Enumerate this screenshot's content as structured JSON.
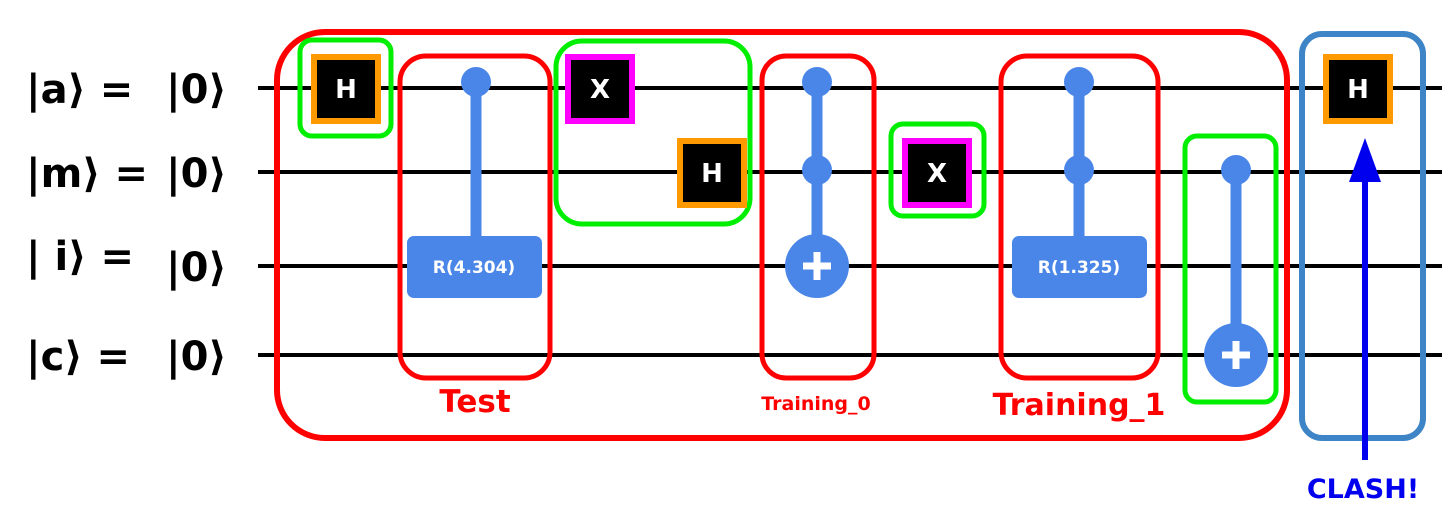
{
  "qubits": [
    {
      "label": "|a⟩ =",
      "state": "|0⟩"
    },
    {
      "label": "|m⟩ =",
      "state": "|0⟩"
    },
    {
      "label": "| i⟩ =",
      "state": "|0⟩"
    },
    {
      "label": "|c⟩ =",
      "state": "|0⟩"
    }
  ],
  "gates": {
    "h_a_first": "H",
    "x_a": "X",
    "h_m": "H",
    "x_m": "X",
    "h_a_last": "H",
    "rot_test": "R(4.304)",
    "rot_training_1": "R(1.325)"
  },
  "groups": {
    "test": "Test",
    "training_0": "Training_0",
    "training_1": "Training_1"
  },
  "annotation": {
    "clash": "CLASH!"
  },
  "colors": {
    "outer_box": "#ff0000",
    "operation_box": "#ff0000",
    "single_gate_box": "#00ee00",
    "clash_box": "#3d85c6",
    "control_gate": "#4a86e8",
    "hadamard_border": "#ff9900",
    "x_gate_border": "#ff00ff",
    "arrow": "#0000ee"
  }
}
